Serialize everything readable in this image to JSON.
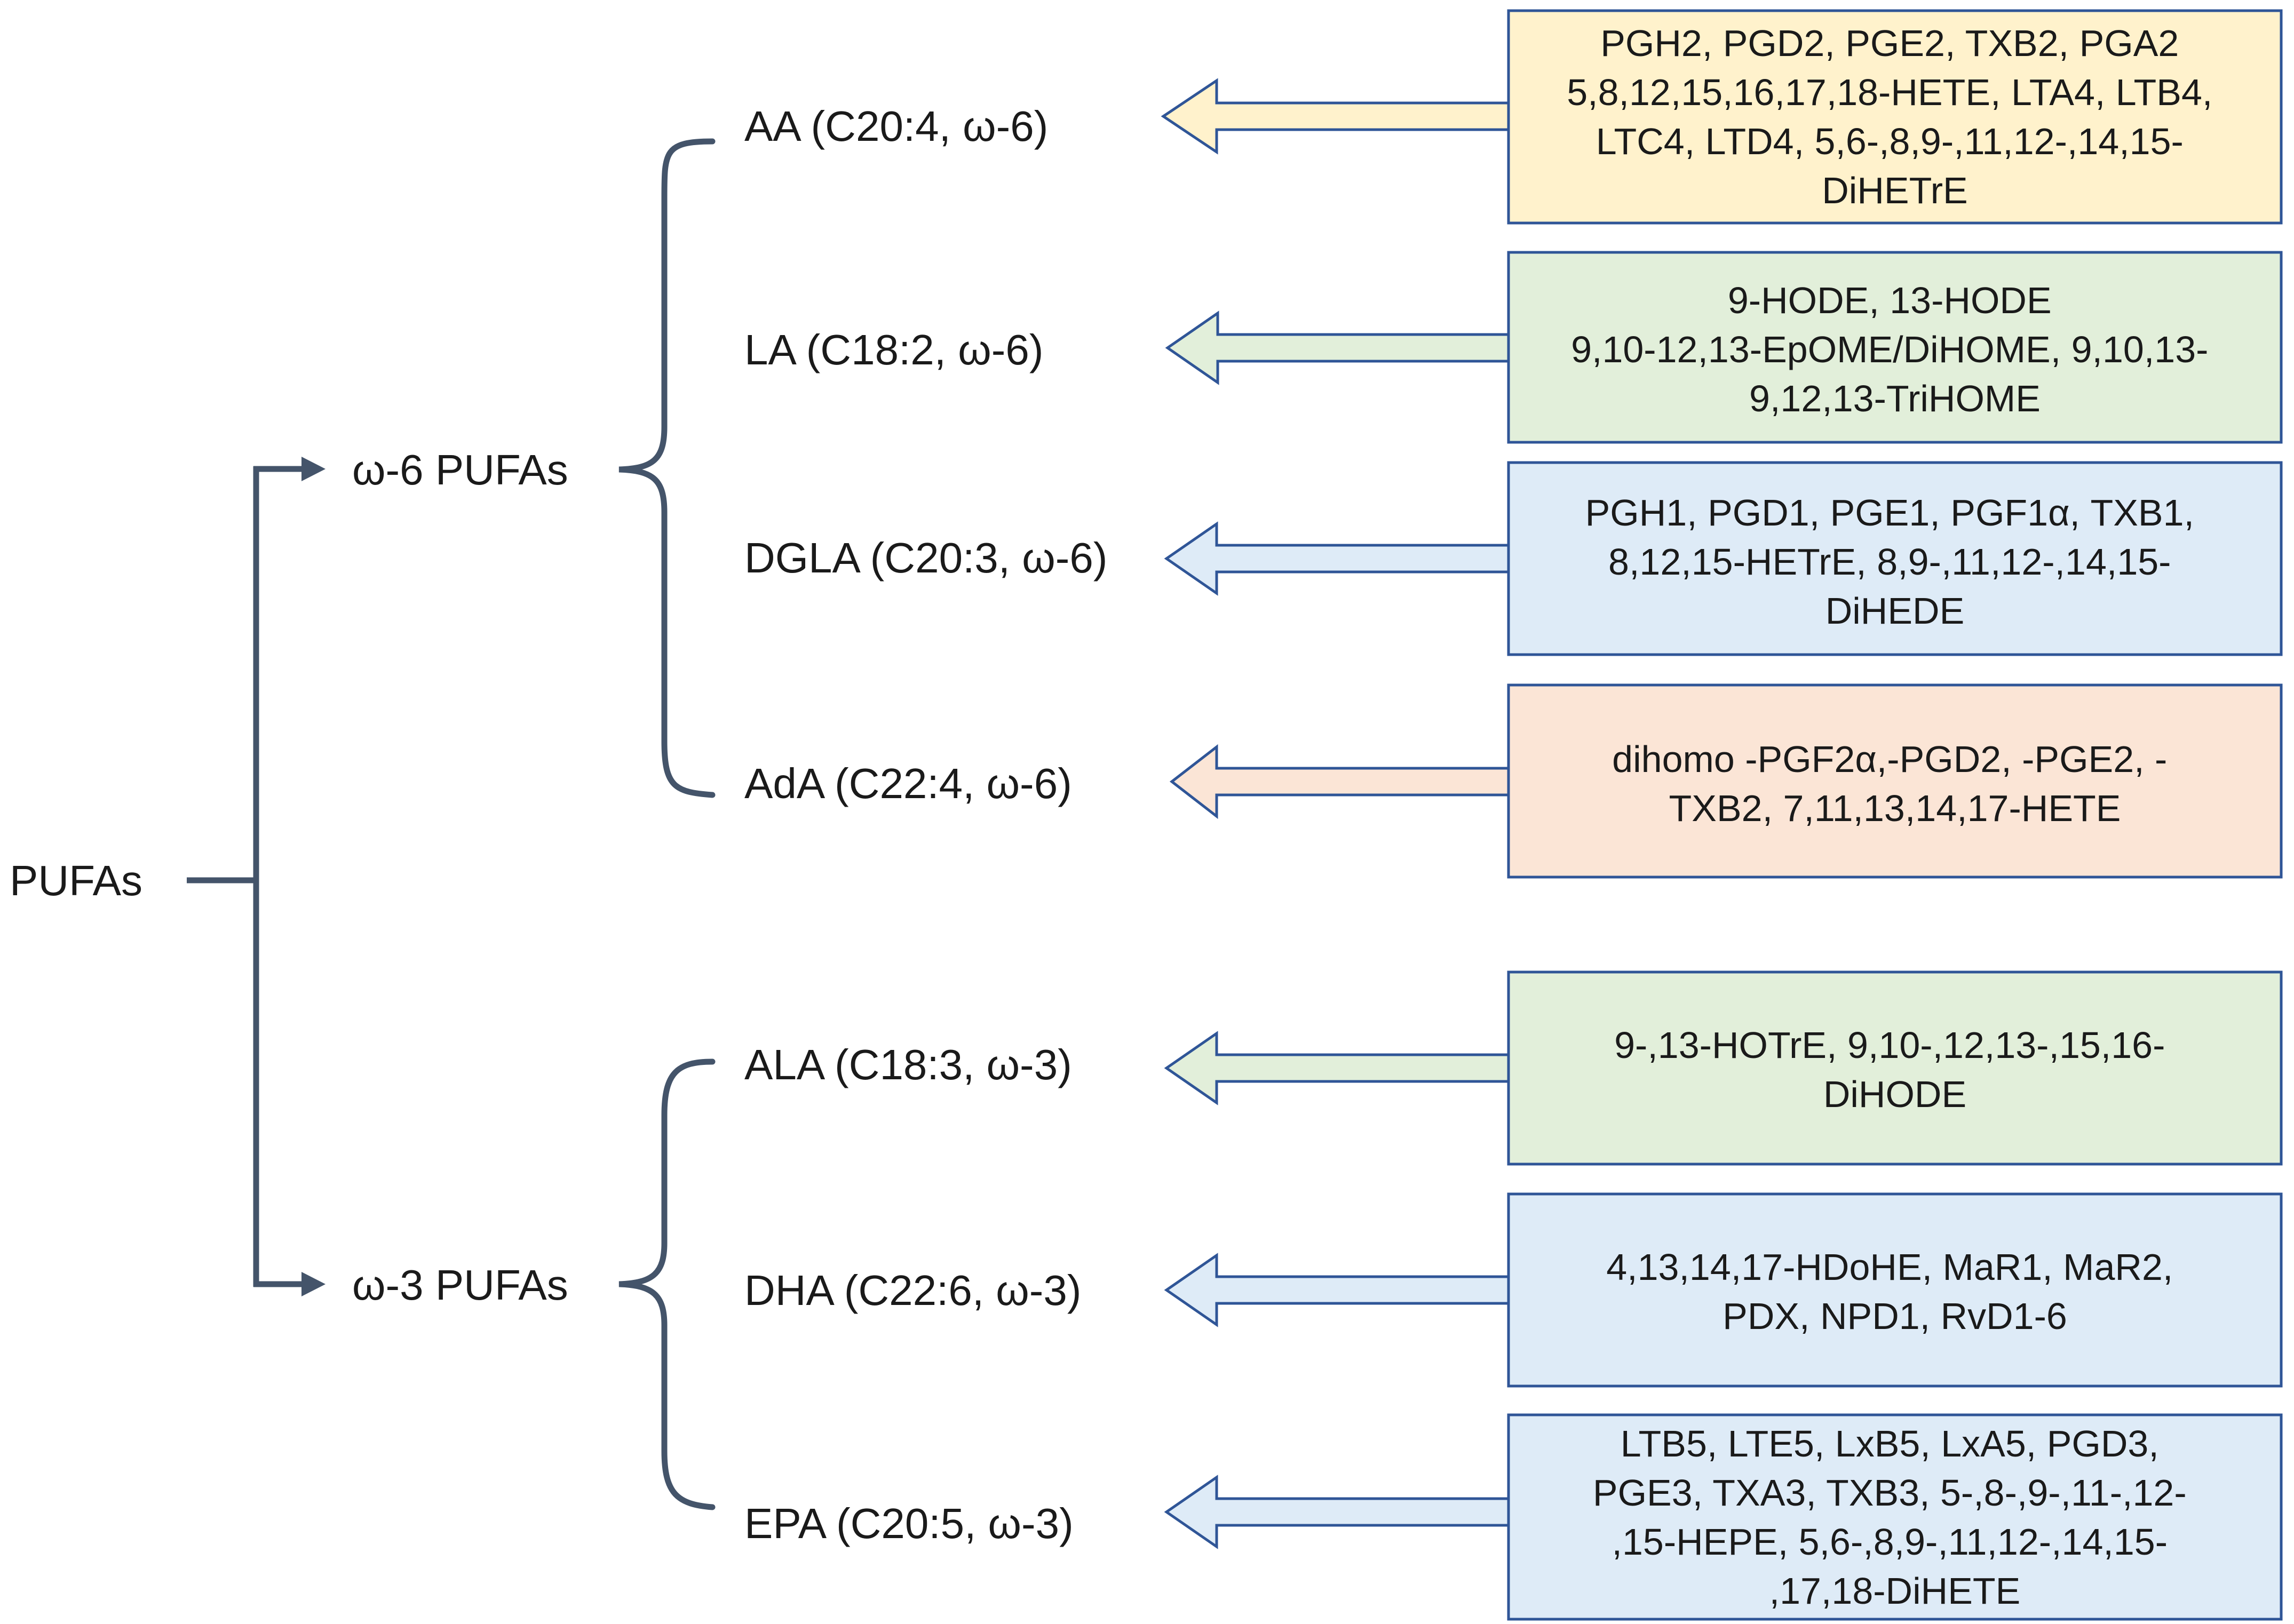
{
  "root": {
    "label": "PUFAs"
  },
  "groups": [
    {
      "label": "ω-6 PUFAs",
      "items": [
        {
          "label": "AA (C20:4, ω-6)",
          "box_color": "#fff2cc",
          "box_lines": [
            "PGH2, PGD2, PGE2, TXB2, PGA2",
            "5,8,12,15,16,17,18-HETE, LTA4, LTB4,",
            "LTC4, LTD4, 5,6-,8,9-,11,12-,14,15-",
            "DiHETrE"
          ]
        },
        {
          "label": "LA (C18:2, ω-6)",
          "box_color": "#e2efda",
          "box_lines": [
            "9-HODE, 13-HODE",
            "9,10-12,13-EpOME/DiHOME, 9,10,13-",
            "9,12,13-TriHOME"
          ]
        },
        {
          "label": "DGLA (C20:3, ω-6)",
          "box_color": "#deebf7",
          "box_lines": [
            "PGH1, PGD1, PGE1, PGF1α, TXB1,",
            "8,12,15-HETrE, 8,9-,11,12-,14,15-",
            "DiHEDE"
          ]
        },
        {
          "label": "AdA (C22:4, ω-6)",
          "box_color": "#fbe5d6",
          "box_lines": [
            "dihomo -PGF2α,-PGD2, -PGE2, -",
            "TXB2, 7,11,13,14,17-HETE"
          ]
        }
      ]
    },
    {
      "label": "ω-3 PUFAs",
      "items": [
        {
          "label": "ALA (C18:3, ω-3)",
          "box_color": "#e2efda",
          "box_lines": [
            "9-,13-HOTrE, 9,10-,12,13-,15,16-",
            "DiHODE"
          ]
        },
        {
          "label": "DHA (C22:6, ω-3)",
          "box_color": "#deebf7",
          "box_lines": [
            "4,13,14,17-HDoHE, MaR1, MaR2,",
            "PDX, NPD1, RvD1-6"
          ]
        },
        {
          "label": "EPA (C20:5, ω-3)",
          "box_color": "#deebf7",
          "box_lines": [
            "LTB5, LTE5, LxB5, LxA5, PGD3,",
            "PGE3, TXA3, TXB3, 5-,8-,9-,11-,12-",
            ",15-HEPE, 5,6-,8,9-,11,12-,14,15-",
            ",17,18-DiHETE"
          ]
        }
      ]
    }
  ]
}
